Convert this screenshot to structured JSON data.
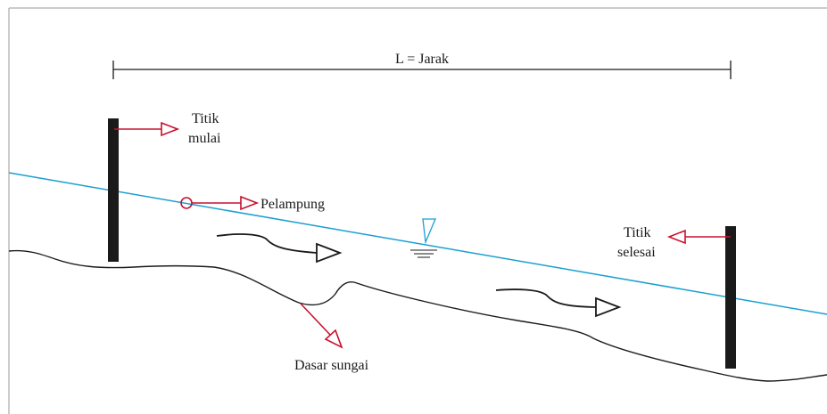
{
  "labels": {
    "distance": "L = Jarak",
    "start_line1": "Titik",
    "start_line2": "mulai",
    "float": "Pelampung",
    "end_line1": "Titik",
    "end_line2": "selesai",
    "riverbed": "Dasar sungai"
  },
  "colors": {
    "water_surface": "#1a9fd0",
    "pointer_arrow": "#c8102e",
    "pole": "#1a1a1a",
    "bed_line": "#1a1a1a",
    "frame": "#9a9a9a"
  },
  "icons": {
    "water_level": "inverted-triangle-water-level-icon",
    "flow": "flow-arrow-icon",
    "float": "circle-float-icon"
  }
}
